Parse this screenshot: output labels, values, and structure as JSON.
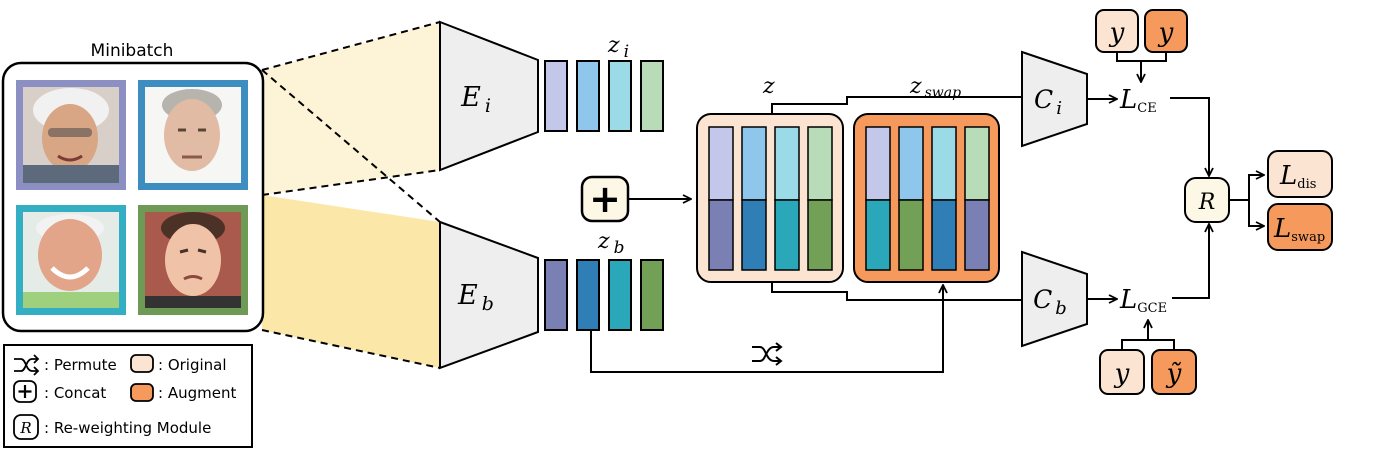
{
  "minibatch": {
    "title": "Minibatch",
    "faces": [
      {
        "frame_color": "#8c8fc2",
        "desc": "older man with white curly hair"
      },
      {
        "frame_color": "#3d8dc0",
        "desc": "older man with short gray hair"
      },
      {
        "frame_color": "#34aec2",
        "desc": "elderly smiling man"
      },
      {
        "frame_color": "#6f9a55",
        "desc": "young man frowning"
      }
    ]
  },
  "encoders": {
    "ei": {
      "sym": "E",
      "sub": "i"
    },
    "eb": {
      "sym": "E",
      "sub": "b"
    }
  },
  "latents": {
    "zi": {
      "sym": "z",
      "sub": "i"
    },
    "zb": {
      "sym": "z",
      "sub": "b"
    },
    "z": {
      "sym": "z"
    },
    "zswap": {
      "sym": "z",
      "sub": "swap"
    }
  },
  "classifiers": {
    "ci": {
      "sym": "C",
      "sub": "i"
    },
    "cb": {
      "sym": "C",
      "sub": "b"
    }
  },
  "losses": {
    "ce": {
      "sym": "L",
      "sub": "CE"
    },
    "gce": {
      "sym": "L",
      "sub": "GCE"
    },
    "dis": {
      "sym": "L",
      "sub": "dis"
    },
    "swap": {
      "sym": "L",
      "sub": "swap"
    }
  },
  "targets": {
    "top": [
      "y",
      "y"
    ],
    "bottom": [
      "y",
      "ỹ"
    ]
  },
  "reweight": {
    "sym": "R"
  },
  "concat_symbol": "+",
  "legend": {
    "permute": ": Permute",
    "original": ": Original",
    "concat": ": Concat",
    "augment": ": Augment",
    "reweight_sym": "R",
    "reweight": ": Re-weighting Module"
  },
  "colors": {
    "intrinsic": [
      "#c3c8ea",
      "#8ec6ec",
      "#9bdbe8",
      "#b8dbb8"
    ],
    "bias": [
      "#7a80b4",
      "#2f7fb6",
      "#2aa7b9",
      "#73a057"
    ],
    "original_fill": "#fbe4d2",
    "augment_fill": "#f59a5c",
    "module_fill": "#fdf7e6",
    "encoder_fill": "#eeeeee"
  }
}
